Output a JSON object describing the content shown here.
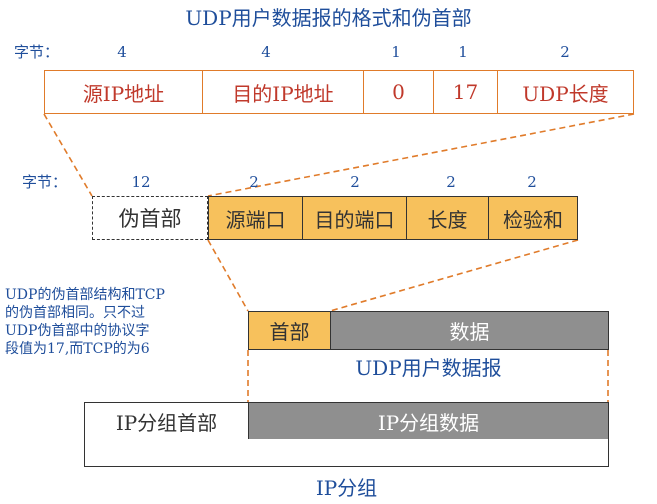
{
  "title": "UDP用户数据报的格式和伪首部",
  "row1": {
    "bytes_label": "字节：",
    "byte_counts": [
      "4",
      "4",
      "1",
      "1",
      "2"
    ],
    "fields": [
      "源IP地址",
      "目的IP地址",
      "0",
      "17",
      "UDP长度"
    ]
  },
  "row2": {
    "bytes_label": "字节：",
    "byte_counts": [
      "12",
      "2",
      "2",
      "2",
      "2"
    ],
    "fields": [
      "伪首部",
      "源端口",
      "目的端口",
      "长度",
      "检验和"
    ]
  },
  "note": {
    "lines": [
      "UDP的伪首部结构和TCP",
      "的伪首部相同。只不过",
      "UDP伪首部中的协议字",
      "段值为17,而TCP的为6"
    ]
  },
  "udp_datagram": {
    "header": "首部",
    "data": "数据",
    "label": "UDP用户数据报"
  },
  "ip_packet": {
    "header": "IP分组首部",
    "data": "IP分组数据",
    "label": "IP分组"
  },
  "colors": {
    "title": "#1f4e9b",
    "field_text": "#c0392b",
    "orange_fill": "#f7c15c",
    "gray_fill": "#8f8f8f",
    "connector": "#e07b2a"
  }
}
